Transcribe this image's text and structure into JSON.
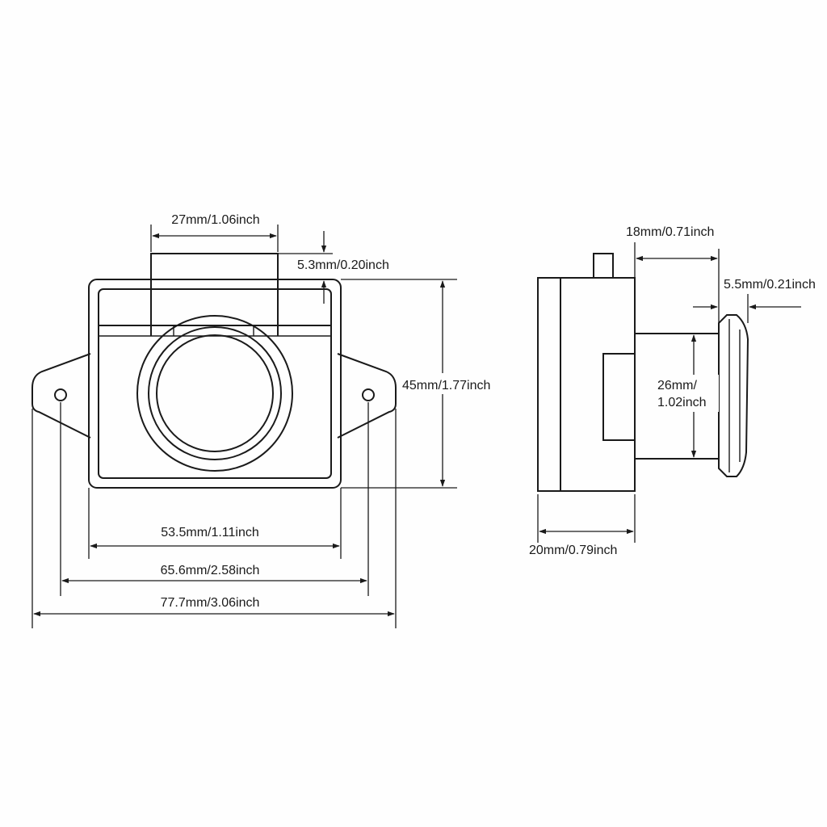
{
  "dimensions": {
    "front_top_width": "27mm/1.06inch",
    "front_top_lip": "5.3mm/0.20inch",
    "front_height": "45mm/1.77inch",
    "front_body_width": "53.5mm/1.11inch",
    "front_hole_spacing": "65.6mm/2.58inch",
    "front_overall_width": "77.7mm/3.06inch",
    "side_shaft_length": "18mm/0.71inch",
    "side_flange_thickness": "5.5mm/0.21inch",
    "side_shaft_diameter_line1": "26mm/",
    "side_shaft_diameter_line2": "1.02inch",
    "side_body_depth": "20mm/0.79inch"
  },
  "colors": {
    "line": "#1a1a1a",
    "background": "#fefefe"
  }
}
